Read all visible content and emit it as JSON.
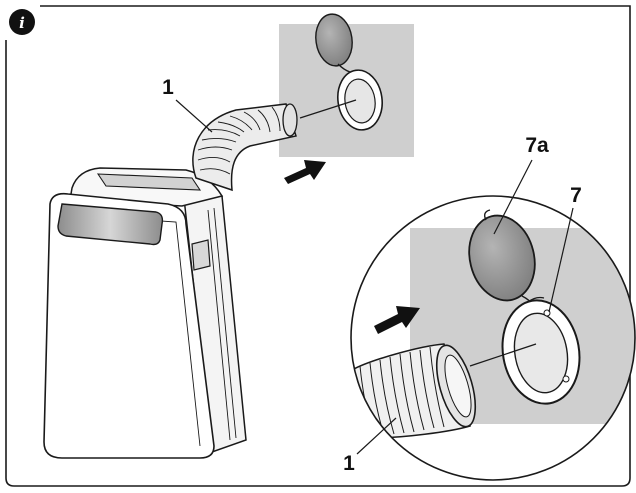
{
  "labels": {
    "hose_top": "1",
    "hose_bottom": "1",
    "cap": "7a",
    "ring": "7"
  },
  "info_badge": {
    "icon": "info-icon",
    "glyph": "i"
  },
  "colors": {
    "wall": "#cfcfcf",
    "cap": "#9a9a9a",
    "unit_panel": "#bcbcbc",
    "line": "#1a1a1a",
    "arrow": "#111111"
  }
}
